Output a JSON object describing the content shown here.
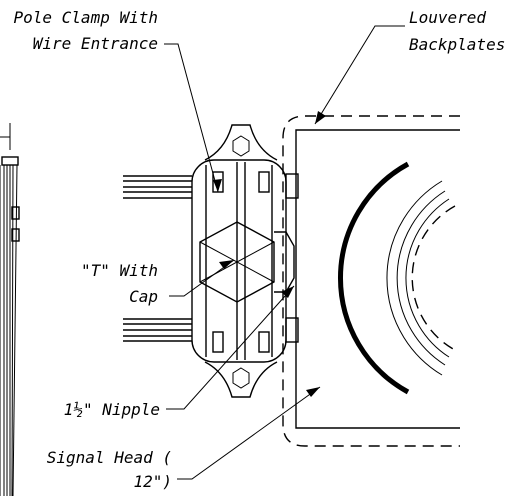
{
  "labels": {
    "pole_clamp_line1": "Pole Clamp With",
    "pole_clamp_line2": "Wire Entrance",
    "louvered_line1": "Louvered",
    "louvered_line2": "Backplates",
    "tee_line1": "\"T\" With",
    "tee_line2": "Cap",
    "nipple": "1½\" Nipple",
    "signal_head_line1": "Signal Head (",
    "signal_head_line2": "12\")"
  },
  "colors": {
    "ink": "#000000",
    "background": "#ffffff"
  }
}
